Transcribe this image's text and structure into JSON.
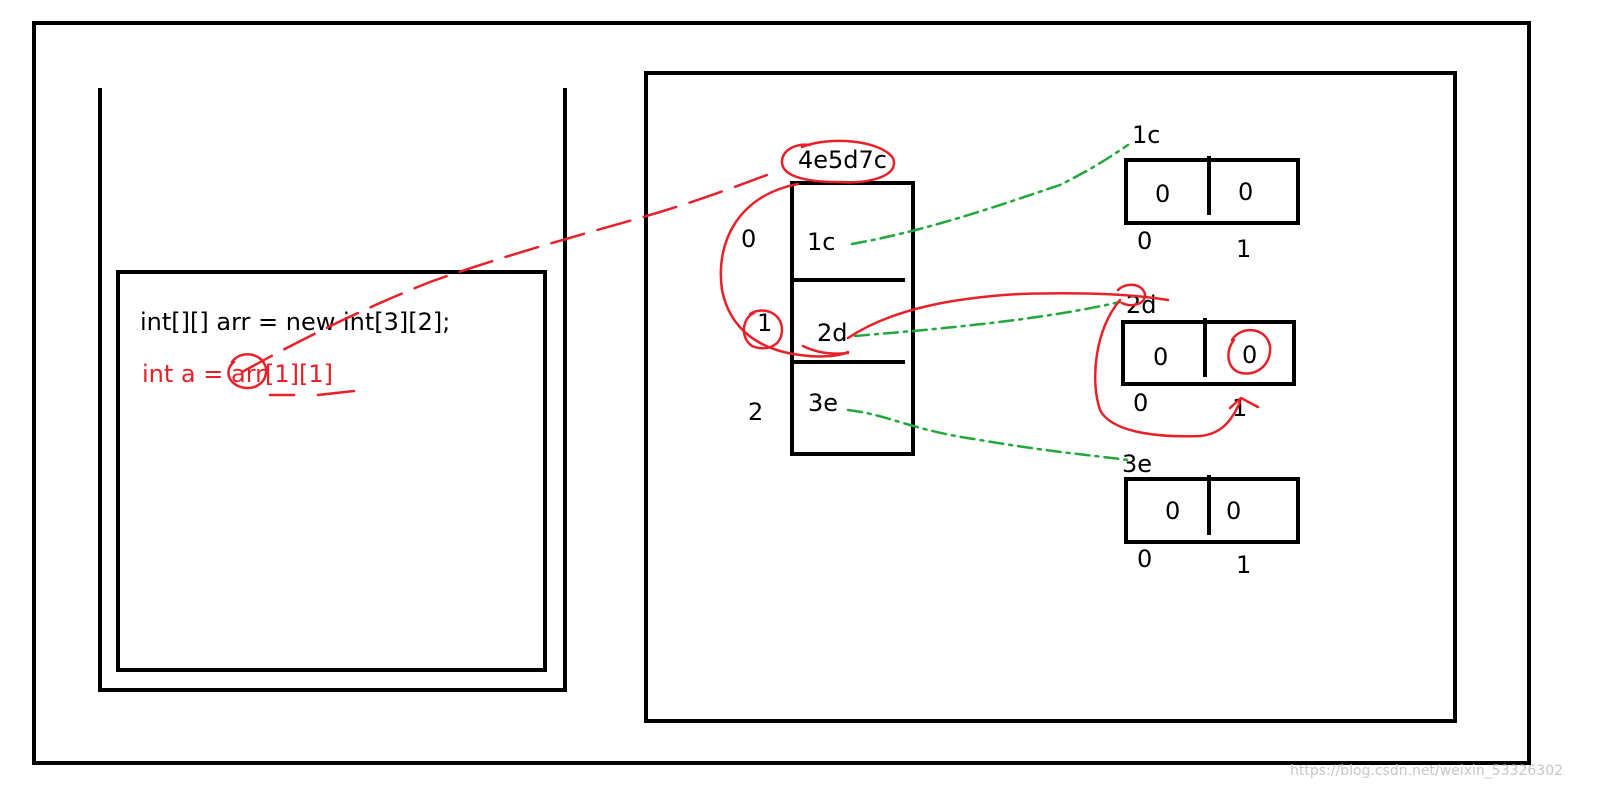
{
  "stack": {
    "code_line_1": "int[][] arr = new int[3][2];",
    "code_line_2": "int a = arr[1][1]"
  },
  "heap": {
    "outer_array": {
      "address": "4e5d7c",
      "indices": [
        "0",
        "1",
        "2"
      ],
      "refs": [
        "1c",
        "2d",
        "3e"
      ]
    },
    "inner_arrays": [
      {
        "address": "1c",
        "values": [
          "0",
          "0"
        ],
        "indices": [
          "0",
          "1"
        ]
      },
      {
        "address": "2d",
        "values": [
          "0",
          "0"
        ],
        "indices": [
          "0",
          "1"
        ]
      },
      {
        "address": "3e",
        "values": [
          "0",
          "0"
        ],
        "indices": [
          "0",
          "1"
        ]
      }
    ]
  },
  "watermark": "https://blog.csdn.net/weixin_53326302",
  "colors": {
    "stroke": "#000000",
    "annotation": "#e8202a",
    "reference_line": "#22a83a"
  }
}
